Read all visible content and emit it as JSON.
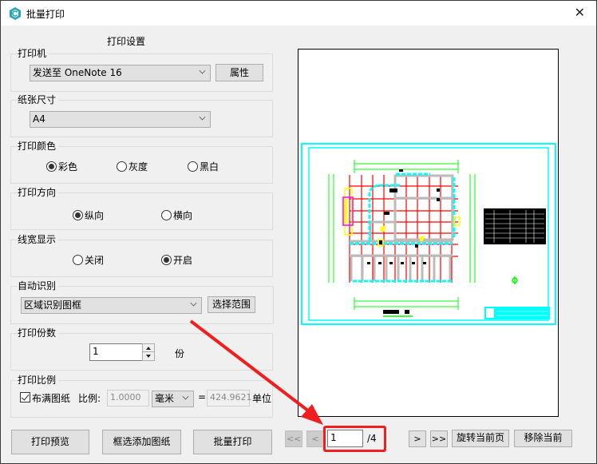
{
  "window": {
    "title": "批量打印",
    "close_icon": "close-icon"
  },
  "settings": {
    "title": "打印设置",
    "printer": {
      "legend": "打印机",
      "selected": "发送至 OneNote 16",
      "properties_button": "属性"
    },
    "paper_size": {
      "legend": "纸张尺寸",
      "selected": "A4"
    },
    "print_color": {
      "legend": "打印颜色",
      "options": [
        {
          "label": "彩色",
          "checked": true
        },
        {
          "label": "灰度",
          "checked": false
        },
        {
          "label": "黑白",
          "checked": false
        }
      ]
    },
    "orientation": {
      "legend": "打印方向",
      "options": [
        {
          "label": "纵向",
          "checked": true
        },
        {
          "label": "横向",
          "checked": false
        }
      ]
    },
    "line_width": {
      "legend": "线宽显示",
      "options": [
        {
          "label": "关闭",
          "checked": false
        },
        {
          "label": "开启",
          "checked": true
        }
      ]
    },
    "auto_detect": {
      "legend": "自动识别",
      "selected": "区域识别图框",
      "select_range_button": "选择范围"
    },
    "copies": {
      "legend": "打印份数",
      "value": "1",
      "unit": "份"
    },
    "scale": {
      "legend": "打印比例",
      "fit_paper_label": "布满图纸",
      "fit_paper_checked": true,
      "ratio_label": "比例:",
      "ratio_value": "1.0000",
      "unit_selected": "毫米",
      "equals": "=",
      "units_value": "424.9621",
      "units_label": "单位"
    }
  },
  "buttons": {
    "preview": "打印预览",
    "box_add": "框选添加图纸",
    "batch_print": "批量打印"
  },
  "pager": {
    "first": "<<",
    "prev": "<",
    "current_page": "1",
    "total": "/4",
    "next": ">",
    "last": ">>",
    "rotate": "旋转当前页",
    "remove": "移除当前"
  },
  "colors": {
    "annotation_red": "#f01e1e",
    "cad_cyan": "#00ffff",
    "cad_green": "#00ff00",
    "cad_red": "#ff0000",
    "cad_yellow": "#ffff00",
    "cad_magenta": "#ff00ff"
  }
}
